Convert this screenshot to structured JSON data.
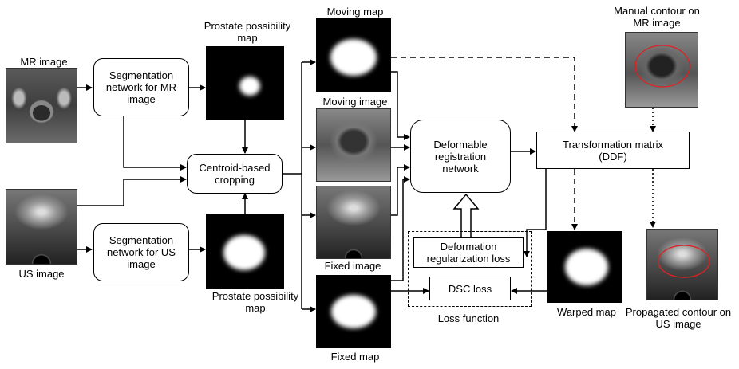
{
  "labels": {
    "mr_image": "MR image",
    "us_image": "US image",
    "seg_mr": "Segmentation network for MR image",
    "seg_us": "Segmentation network for US image",
    "centroid": "Centroid-based cropping",
    "prostate_map_top": "Prostate possibility map",
    "prostate_map_bottom": "Prostate possibility map",
    "moving_map": "Moving map",
    "moving_image": "Moving image",
    "fixed_image": "Fixed image",
    "fixed_map": "Fixed map",
    "deformable": "Deformable registration network",
    "transformation": "Transformation matrix (DDF)",
    "deformation_loss": "Deformation regularization loss",
    "dsc_loss": "DSC loss",
    "loss_function": "Loss function",
    "warped_map": "Warped map",
    "manual_contour": "Manual contour on MR image",
    "propagated_contour": "Propagated contour on US image"
  },
  "colors": {
    "contour": "#e02020"
  }
}
